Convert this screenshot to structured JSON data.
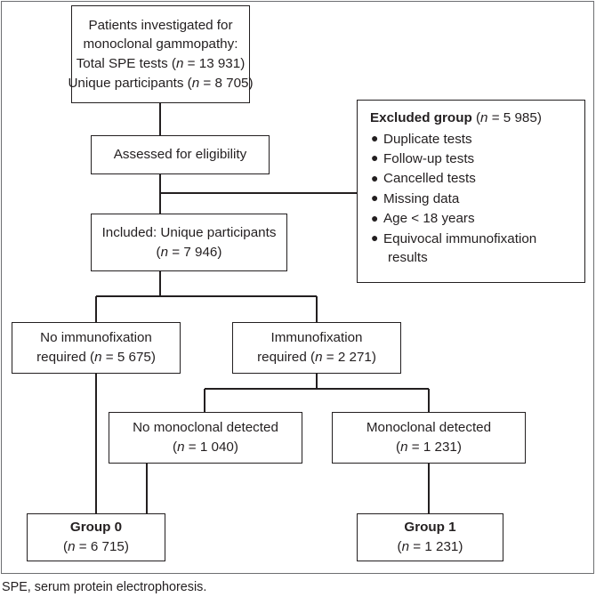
{
  "figure": {
    "type": "flowchart",
    "caption": "SPE, serum protein electrophoresis.",
    "colors": {
      "box_border": "#231f20",
      "connector": "#231f20",
      "frame": "#6d6e71",
      "background": "#ffffff",
      "text": "#231f20"
    }
  },
  "nodes": {
    "source": {
      "name": "patients-investigated",
      "lines": [
        "Patients investigated for",
        "monoclonal gammopathy:",
        "Total SPE tests (n = 13 931)",
        "Unique participants (n = 8 705)"
      ],
      "line1": "Patients investigated for",
      "line2": "monoclonal gammopathy:",
      "line3_pre": "Total SPE tests (",
      "line3_n": "n",
      "line3_post": " = 13 931)",
      "line4_pre": "Unique participants (",
      "line4_n": "n",
      "line4_post": " = 8 705)"
    },
    "assessed": {
      "name": "assessed-for-eligibility",
      "label": "Assessed for eligibility"
    },
    "excluded": {
      "name": "excluded-group",
      "title": "Excluded group",
      "title_n": "n",
      "title_count": " = 5 985)",
      "title_paren_open": " (",
      "items": [
        "Duplicate tests",
        "Follow-up tests",
        "Cancelled tests",
        "Missing data",
        "Age < 18 years",
        "Equivocal immunofixation"
      ],
      "item6_continuation": "results"
    },
    "included": {
      "name": "included-unique-participants",
      "line1": "Included: Unique participants",
      "line2_pre": "(",
      "line2_n": "n",
      "line2_post": " = 7 946)"
    },
    "no_ifx": {
      "name": "no-immunofixation-required",
      "line1": "No immunofixation",
      "line2_pre": "required (",
      "line2_n": "n",
      "line2_post": " = 5 675)"
    },
    "ifx": {
      "name": "immunofixation-required",
      "line1": "Immunofixation",
      "line2_pre": "required (",
      "line2_n": "n",
      "line2_post": " = 2 271)"
    },
    "no_mono": {
      "name": "no-monoclonal-detected",
      "line1": "No monoclonal detected",
      "line2_pre": "(",
      "line2_n": "n",
      "line2_post": " = 1 040)"
    },
    "mono": {
      "name": "monoclonal-detected",
      "line1": "Monoclonal detected",
      "line2_pre": "(",
      "line2_n": "n",
      "line2_post": " = 1 231)"
    },
    "group0": {
      "name": "group-0",
      "title": "Group 0",
      "line2_pre": "(",
      "line2_n": "n",
      "line2_post": " = 6 715)"
    },
    "group1": {
      "name": "group-1",
      "title": "Group 1",
      "line2_pre": "(",
      "line2_n": "n",
      "line2_post": " = 1 231)"
    }
  },
  "counts": {
    "total_spe_tests": 13931,
    "unique_participants": 8705,
    "excluded": 5985,
    "included": 7946,
    "no_immunofixation_required": 5675,
    "immunofixation_required": 2271,
    "no_monoclonal_detected": 1040,
    "monoclonal_detected": 1231,
    "group_0": 6715,
    "group_1": 1231
  }
}
